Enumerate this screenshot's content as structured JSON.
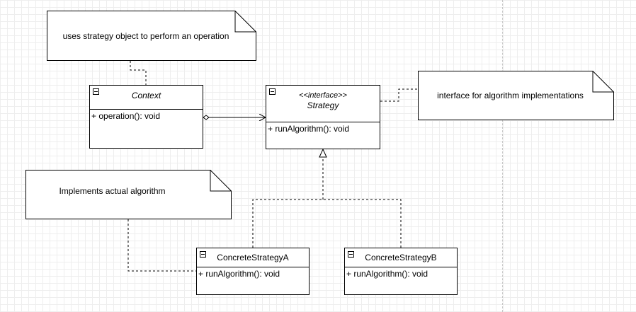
{
  "notes": {
    "context_note": "uses strategy object to perform an operation",
    "strategy_note": "interface for algorithm implementations",
    "concrete_note": "Implements actual algorithm"
  },
  "classes": {
    "context": {
      "name": "Context",
      "operation": "+ operation(): void"
    },
    "strategy": {
      "stereotype": "<<interface>>",
      "name": "Strategy",
      "operation": "+ runAlgorithm(): void"
    },
    "concrete_a": {
      "name": "ConcreteStrategyA",
      "operation": "+ runAlgorithm(): void"
    },
    "concrete_b": {
      "name": "ConcreteStrategyB",
      "operation": "+ runAlgorithm(): void"
    }
  }
}
